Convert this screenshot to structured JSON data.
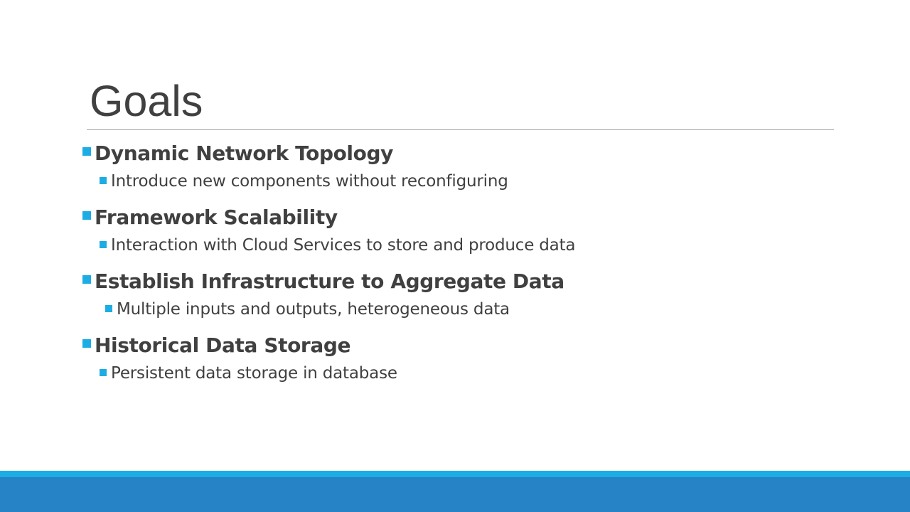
{
  "slide": {
    "title": "Goals",
    "accent_color": "#1cade4",
    "footer_color": "#2683c6",
    "text_color": "#404040",
    "bullets": [
      {
        "heading": "Dynamic Network Topology",
        "sub": "Introduce new components without reconfiguring"
      },
      {
        "heading": "Framework Scalability",
        "sub": "Interaction with Cloud Services to store and produce data"
      },
      {
        "heading": "Establish Infrastructure to Aggregate Data",
        "sub": "Multiple inputs and outputs, heterogeneous data"
      },
      {
        "heading": "Historical Data Storage",
        "sub": "Persistent data storage in database"
      }
    ]
  }
}
